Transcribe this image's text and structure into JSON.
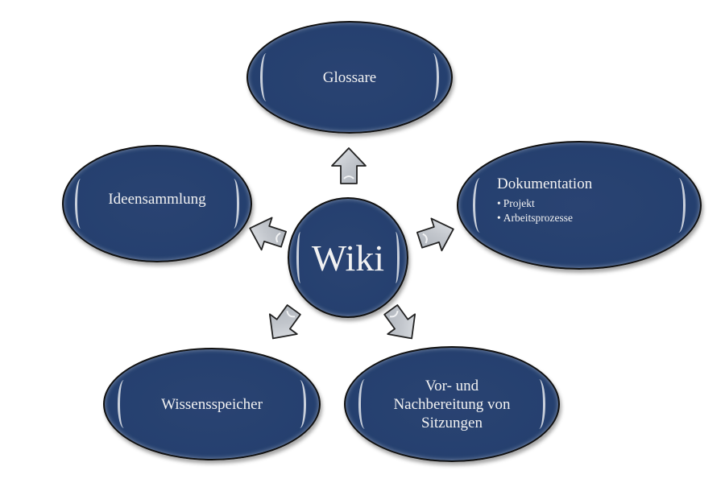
{
  "diagram": {
    "type": "radial-cycle",
    "center": {
      "label": "Wiki"
    },
    "nodes": [
      {
        "id": "glossare",
        "label": "Glossare"
      },
      {
        "id": "dokumentation",
        "label": "Dokumentation",
        "bullets": [
          "Projekt",
          "Arbeitsprozesse"
        ]
      },
      {
        "id": "sitzungen",
        "label": "Vor- und Nachbereitung von Sitzungen",
        "lines": [
          "Vor- und",
          "Nachbereitung von",
          "Sitzungen"
        ]
      },
      {
        "id": "wissensspeicher",
        "label": "Wissensspeicher"
      },
      {
        "id": "ideensammlung",
        "label": "Ideensammlung"
      }
    ],
    "arrows": [
      {
        "from": "center",
        "to": "glossare",
        "icon": "arrow-up-icon"
      },
      {
        "from": "center",
        "to": "dokumentation",
        "icon": "arrow-right-icon"
      },
      {
        "from": "center",
        "to": "sitzungen",
        "icon": "arrow-down-right-icon"
      },
      {
        "from": "center",
        "to": "wissensspeicher",
        "icon": "arrow-down-left-icon"
      },
      {
        "from": "center",
        "to": "ideensammlung",
        "icon": "arrow-up-left-icon"
      }
    ],
    "colors": {
      "node_fill": "#25406f",
      "node_text": "#f2f2f2",
      "arrow_fill": "#c4c8ce",
      "outline": "#111111"
    }
  }
}
